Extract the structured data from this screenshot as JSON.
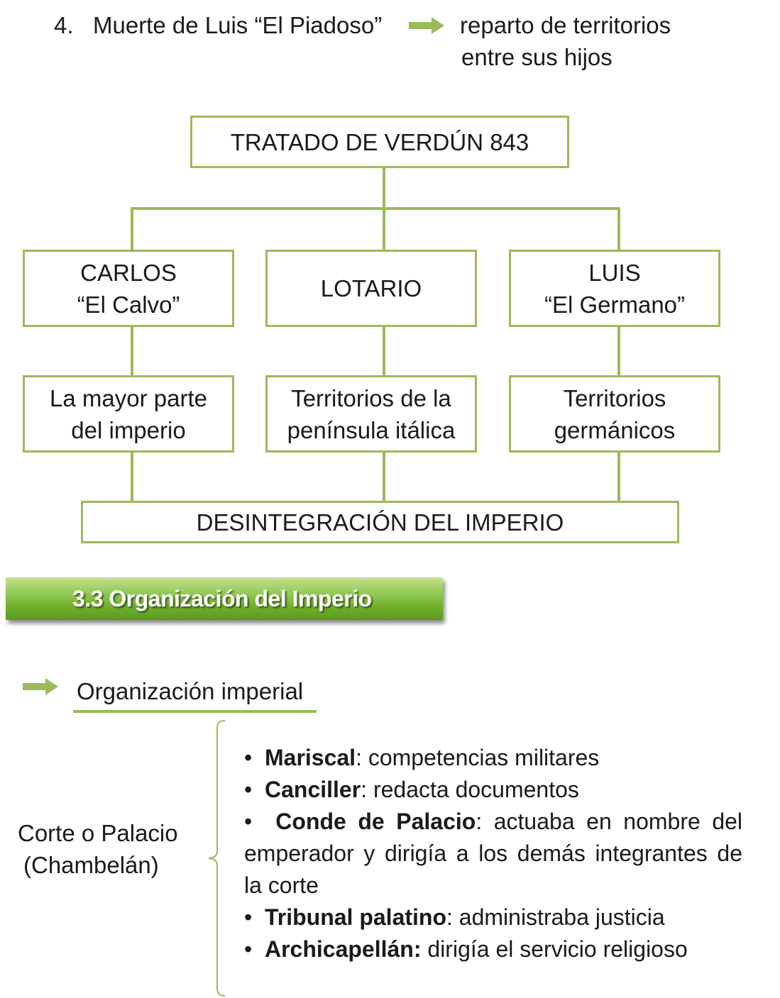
{
  "header": {
    "number": "4.",
    "event": "Muerte de Luis “El Piadoso”",
    "result_line1": "reparto de territorios",
    "result_line2": "entre  sus hijos"
  },
  "diagram": {
    "treaty": "TRATADO DE VERDÚN 843",
    "heirs": [
      {
        "name_line1": "CARLOS",
        "name_line2": "“El Calvo”",
        "territory_line1": "La mayor parte",
        "territory_line2": "del imperio"
      },
      {
        "name_line1": "LOTARIO",
        "name_line2": "",
        "territory_line1": "Territorios de la",
        "territory_line2": "península itálica"
      },
      {
        "name_line1": "LUIS",
        "name_line2": "“El Germano”",
        "territory_line1": "Territorios",
        "territory_line2": "germánicos"
      }
    ],
    "outcome": "DESINTEGRACIÓN DEL IMPERIO"
  },
  "section": {
    "title": "3.3  Organización del Imperio",
    "subtitle": "Organización imperial",
    "left_label_line1": "Corte o Palacio",
    "left_label_line2": "(Chambelán)",
    "items": [
      {
        "term": "Mariscal",
        "desc": ": competencias militares"
      },
      {
        "term": "Canciller",
        "desc": ": redacta documentos"
      },
      {
        "term": "Conde de Palacio",
        "desc": ": actuaba en nombre del emperador y dirigía a los  demás integrantes de la corte"
      },
      {
        "term": "Tribunal palatino",
        "desc": ": administraba justicia"
      },
      {
        "term": "Archicapellán:",
        "desc": " dirigía el servicio religioso"
      }
    ]
  },
  "colors": {
    "accent": "#9bbb59",
    "banner": "#6fae2a"
  }
}
